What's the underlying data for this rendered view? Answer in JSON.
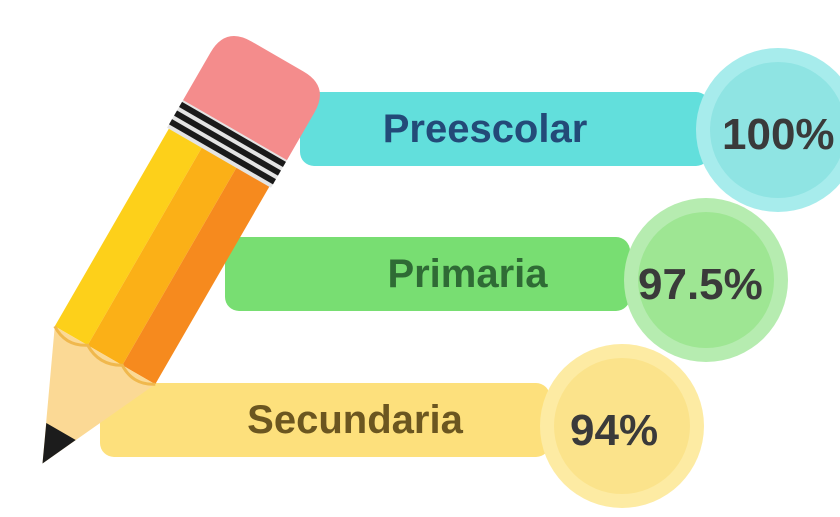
{
  "rows": [
    {
      "label": "Preescolar",
      "value": "100%"
    },
    {
      "label": "Primaria",
      "value": "97.5%"
    },
    {
      "label": "Secundaria",
      "value": "94%"
    }
  ],
  "colors": {
    "preescolar_bar": "#62dfdc",
    "primaria_bar": "#78de72",
    "secundaria_bar": "#fde07c",
    "pencil_body": "#fbbd16",
    "pencil_eraser": "#f48c8c"
  },
  "icons": [
    "pencil-icon"
  ]
}
